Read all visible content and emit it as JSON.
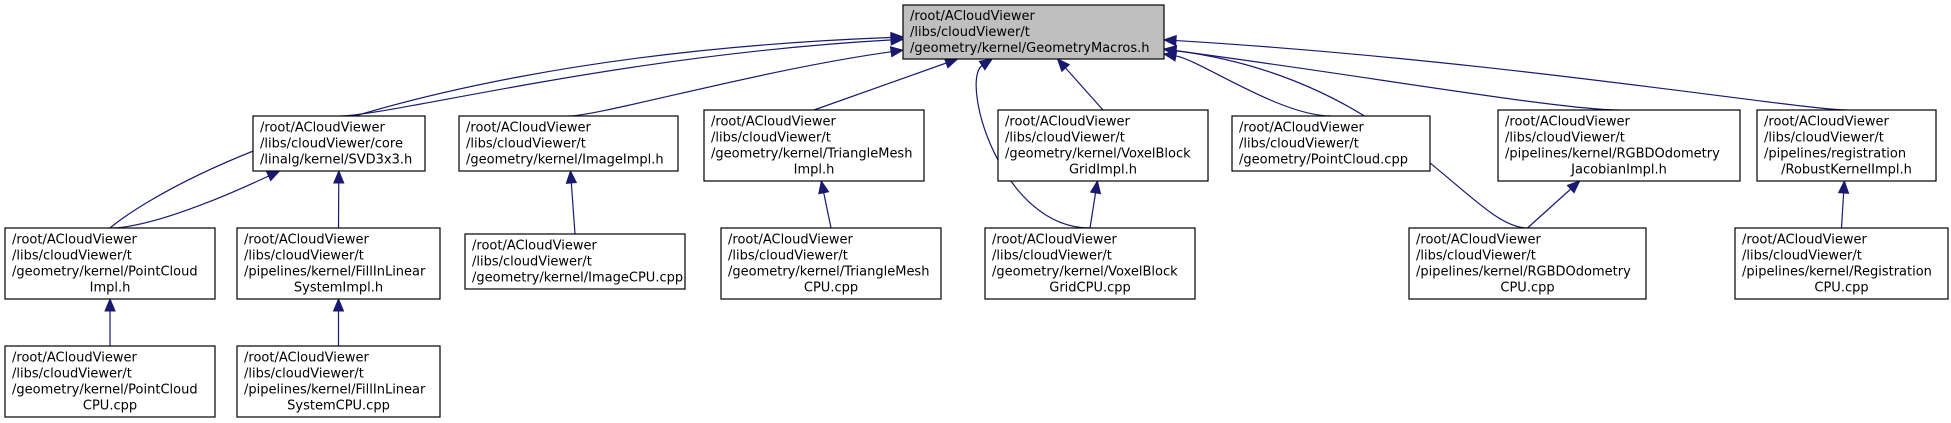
{
  "colors": {
    "edge": "#191970",
    "root_fill": "#bfbfbf",
    "node_fill": "#ffffff",
    "border": "#000000"
  },
  "nodes": {
    "root": [
      "/root/ACloudViewer",
      "/libs/cloudViewer/t",
      "/geometry/kernel/GeometryMacros.h"
    ],
    "svd": [
      "/root/ACloudViewer",
      "/libs/cloudViewer/core",
      "/linalg/kernel/SVD3x3.h"
    ],
    "imgimpl": [
      "/root/ACloudViewer",
      "/libs/cloudViewer/t",
      "/geometry/kernel/ImageImpl.h"
    ],
    "trimpl": [
      "/root/ACloudViewer",
      "/libs/cloudViewer/t",
      "/geometry/kernel/TriangleMesh",
      "Impl.h"
    ],
    "vbimpl": [
      "/root/ACloudViewer",
      "/libs/cloudViewer/t",
      "/geometry/kernel/VoxelBlock",
      "GridImpl.h"
    ],
    "pccpp": [
      "/root/ACloudViewer",
      "/libs/cloudViewer/t",
      "/geometry/PointCloud.cpp"
    ],
    "rgbdjac": [
      "/root/ACloudViewer",
      "/libs/cloudViewer/t",
      "/pipelines/kernel/RGBDOdometry",
      "JacobianImpl.h"
    ],
    "robust": [
      "/root/ACloudViewer",
      "/libs/cloudViewer/t",
      "/pipelines/registration",
      "/RobustKernelImpl.h"
    ],
    "pcimpl": [
      "/root/ACloudViewer",
      "/libs/cloudViewer/t",
      "/geometry/kernel/PointCloud",
      "Impl.h"
    ],
    "fillimpl": [
      "/root/ACloudViewer",
      "/libs/cloudViewer/t",
      "/pipelines/kernel/FillInLinear",
      "SystemImpl.h"
    ],
    "imgcpu": [
      "/root/ACloudViewer",
      "/libs/cloudViewer/t",
      "/geometry/kernel/ImageCPU.cpp"
    ],
    "trcpu": [
      "/root/ACloudViewer",
      "/libs/cloudViewer/t",
      "/geometry/kernel/TriangleMesh",
      "CPU.cpp"
    ],
    "vbcpu": [
      "/root/ACloudViewer",
      "/libs/cloudViewer/t",
      "/geometry/kernel/VoxelBlock",
      "GridCPU.cpp"
    ],
    "rgbdcpu": [
      "/root/ACloudViewer",
      "/libs/cloudViewer/t",
      "/pipelines/kernel/RGBDOdometry",
      "CPU.cpp"
    ],
    "regcpu": [
      "/root/ACloudViewer",
      "/libs/cloudViewer/t",
      "/pipelines/kernel/Registration",
      "CPU.cpp"
    ],
    "pccpu": [
      "/root/ACloudViewer",
      "/libs/cloudViewer/t",
      "/geometry/kernel/PointCloud",
      "CPU.cpp"
    ],
    "fillcpu": [
      "/root/ACloudViewer",
      "/libs/cloudViewer/t",
      "/pipelines/kernel/FillInLinear",
      "SystemCPU.cpp"
    ]
  },
  "edges": [
    [
      "pcimpl",
      "root"
    ],
    [
      "svd",
      "root"
    ],
    [
      "imgimpl",
      "root"
    ],
    [
      "trimpl",
      "root"
    ],
    [
      "vbcpu",
      "root"
    ],
    [
      "vbimpl",
      "root"
    ],
    [
      "pccpp",
      "root"
    ],
    [
      "rgbdcpu",
      "root"
    ],
    [
      "rgbdjac",
      "root"
    ],
    [
      "robust",
      "root"
    ],
    [
      "pcimpl",
      "svd"
    ],
    [
      "fillimpl",
      "svd"
    ],
    [
      "imgcpu",
      "imgimpl"
    ],
    [
      "trcpu",
      "trimpl"
    ],
    [
      "vbcpu",
      "vbimpl"
    ],
    [
      "rgbdcpu",
      "rgbdjac"
    ],
    [
      "regcpu",
      "robust"
    ],
    [
      "pccpu",
      "pcimpl"
    ],
    [
      "fillcpu",
      "fillimpl"
    ]
  ]
}
